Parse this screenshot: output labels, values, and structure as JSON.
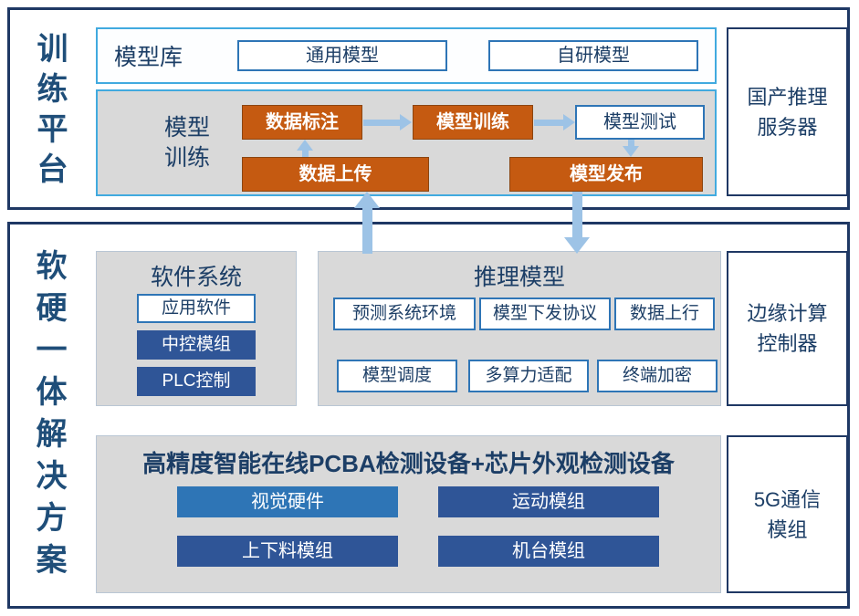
{
  "colors": {
    "navy_border": "#1F3864",
    "navy_text": "#1C3E66",
    "blue_title": "#1F4E79",
    "light_blue_border": "#41AADF",
    "orange": "#C55A11",
    "orange_border": "#8C4510",
    "arrow_blue": "#9DC3E6",
    "dark_blue_fill": "#2F5597",
    "bright_blue_fill": "#2E75B6",
    "gray_fill": "#D9D9D9",
    "white_box_border": "#2E75B6"
  },
  "training": {
    "vertical_label": "训练平台",
    "model_library": {
      "label": "模型库",
      "general_model": "通用模型",
      "self_developed_model": "自研模型"
    },
    "model_training": {
      "label_line1": "模型",
      "label_line2": "训练",
      "data_annotation": "数据标注",
      "model_training": "模型训练",
      "model_testing": "模型测试",
      "data_upload": "数据上传",
      "model_release": "模型发布"
    },
    "server": {
      "line1": "国产推理",
      "line2": "服务器"
    }
  },
  "solution": {
    "vertical_label": "软硬一体解决方案",
    "software_system": {
      "label": "软件系统",
      "items": [
        "应用软件",
        "中控模组",
        "PLC控制"
      ]
    },
    "inference_model": {
      "label": "推理模型",
      "row1": [
        "预测系统环境",
        "模型下发协议",
        "数据上行"
      ],
      "row2": [
        "模型调度",
        "多算力适配",
        "终端加密"
      ]
    },
    "edge_controller": {
      "line1": "边缘计算",
      "line2": "控制器"
    },
    "equipment": {
      "title": "高精度智能在线PCBA检测设备+芯片外观检测设备",
      "vision_hardware": "视觉硬件",
      "motion_module": "运动模组",
      "loading_module": "上下料模组",
      "machine_module": "机台模组"
    },
    "comm_module": {
      "line1": "5G通信",
      "line2": "模组"
    }
  }
}
